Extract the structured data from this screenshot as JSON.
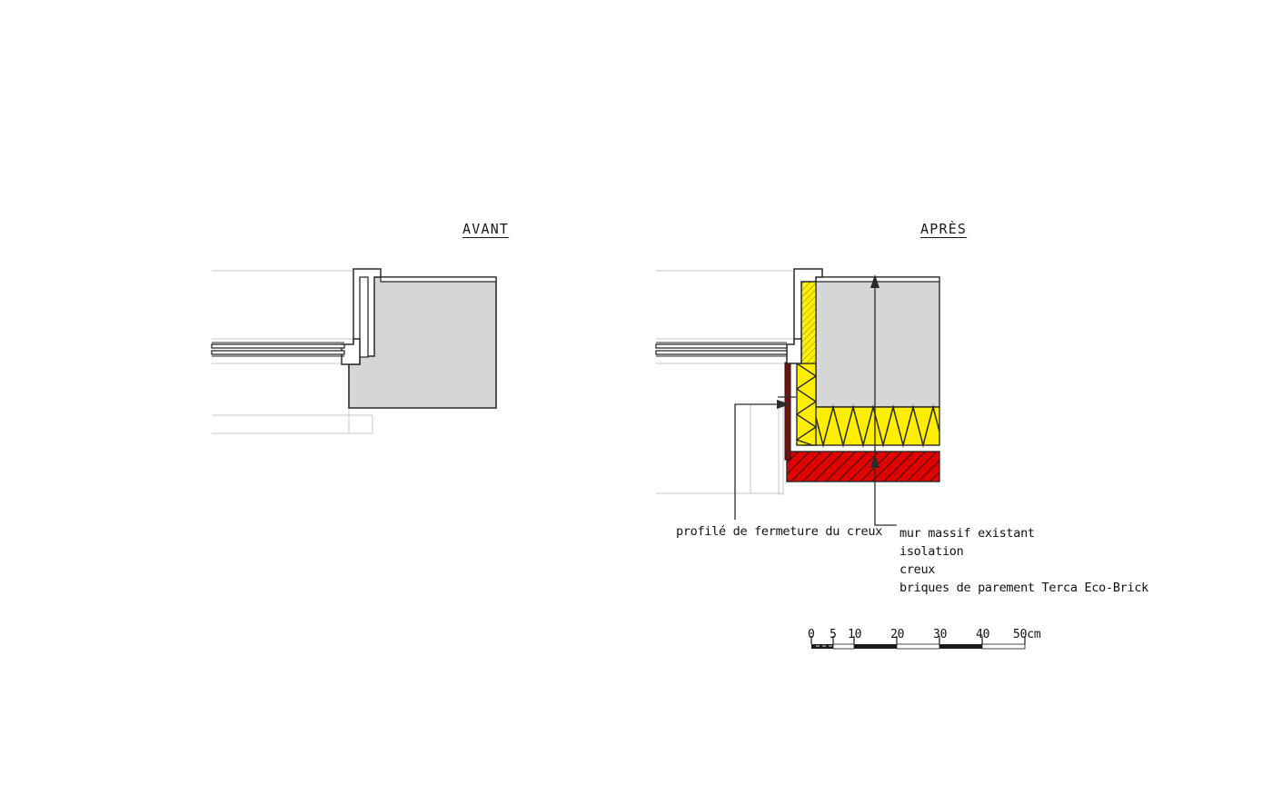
{
  "document": {
    "type": "architectural-detail-section",
    "language": "fr"
  },
  "headings": {
    "before": "AVANT",
    "after": "APRÈS"
  },
  "annotations": {
    "left_callout": "profilé de fermeture du creux",
    "right_callout_items": [
      "mur massif existant",
      "isolation",
      "creux",
      "briques de parement Terca Eco-Brick"
    ]
  },
  "scale_bar": {
    "ticks": [
      {
        "label": "0",
        "cm": 0
      },
      {
        "label": "5",
        "cm": 5
      },
      {
        "label": "10",
        "cm": 10
      },
      {
        "label": "20",
        "cm": 20
      },
      {
        "label": "30",
        "cm": 30
      },
      {
        "label": "40",
        "cm": 40
      },
      {
        "label": "50cm",
        "cm": 50
      }
    ],
    "unit": "cm",
    "total_cm": 50
  },
  "materials": {
    "existing_wall_fill": "#d6d6d6",
    "insulation_fill": "#ffee00",
    "facing_brick_fill": "#e00000",
    "closure_profile_fill": "#6b1414",
    "line_color": "#2b2b2b",
    "ghost_line_color": "#c8c8c8",
    "white_fill": "#ffffff"
  }
}
